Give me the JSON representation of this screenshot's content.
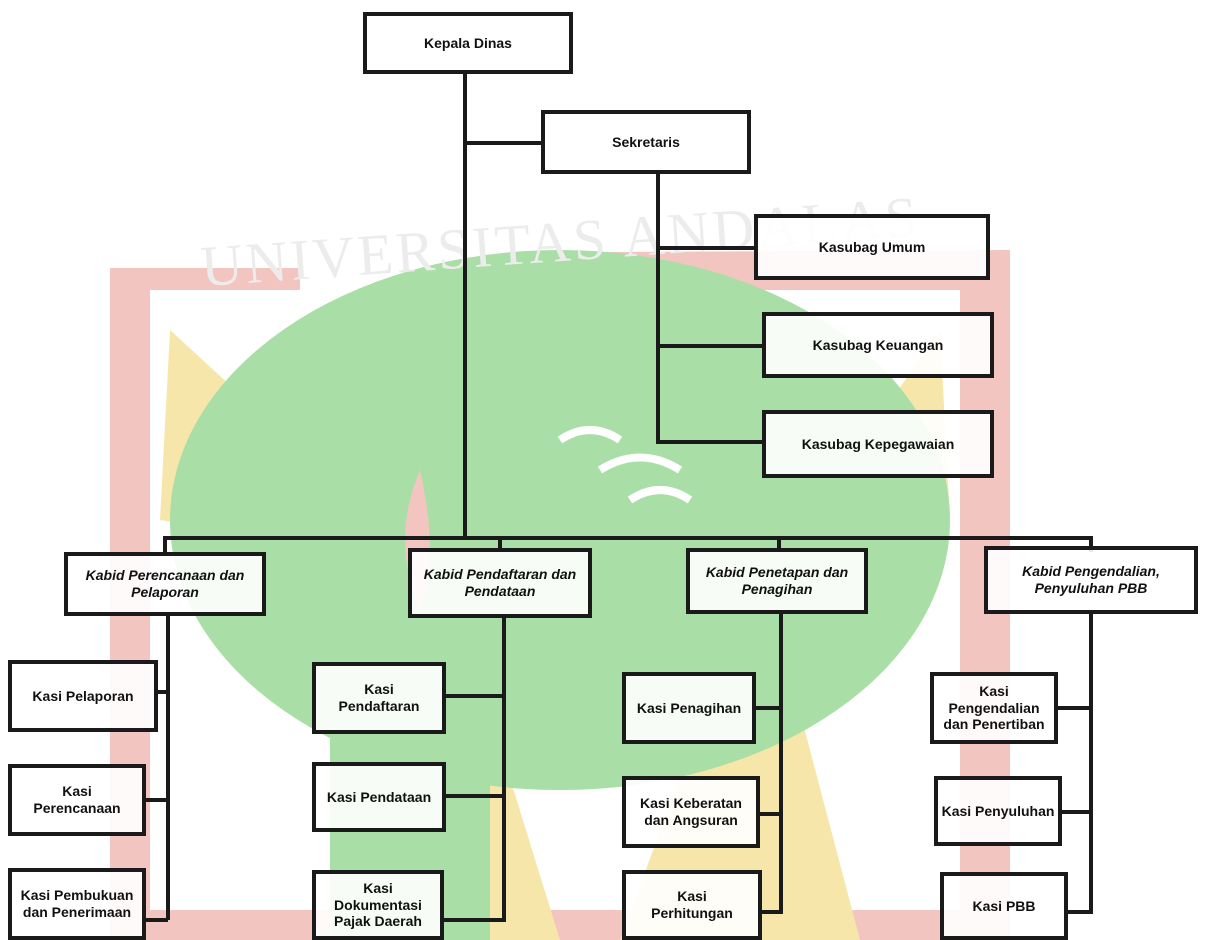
{
  "watermark": {
    "text": "UNIVERSITAS ANDALAS",
    "colors": {
      "red": "#f2c5c0",
      "yellow": "#f7e6a9",
      "green": "#a9dfa6",
      "text": "#ececec"
    }
  },
  "nodes": {
    "kepala_dinas": "Kepala Dinas",
    "sekretaris": "Sekretaris",
    "kasubag_umum": "Kasubag Umum",
    "kasubag_keuangan": "Kasubag Keuangan",
    "kasubag_kepegawaian": "Kasubag Kepegawaian",
    "kabid_perencanaan": "Kabid Perencanaan dan\nPelaporan",
    "kabid_pendaftaran": "Kabid Pendaftaran dan\nPendataan",
    "kabid_penetapan": "Kabid Penetapan dan\nPenagihan",
    "kabid_pengendalian": "Kabid Pengendalian,\nPenyuluhan PBB",
    "kasi_pelaporan": "Kasi Pelaporan",
    "kasi_perencanaan": "Kasi\nPerencanaan",
    "kasi_pembukuan": "Kasi Pembukuan\ndan Penerimaan",
    "kasi_pendaftaran": "Kasi\nPendaftaran",
    "kasi_pendataan": "Kasi Pendataan",
    "kasi_dokumentasi": "Kasi\nDokumentasi\nPajak Daerah",
    "kasi_penagihan": "Kasi Penagihan",
    "kasi_keberatan": "Kasi Keberatan\ndan Angsuran",
    "kasi_perhitungan": "Kasi\nPerhitungan",
    "kasi_pengendalian": "Kasi\nPengendalian\ndan Penertiban",
    "kasi_penyuluhan": "Kasi Penyuluhan",
    "kasi_pbb": "Kasi PBB"
  }
}
